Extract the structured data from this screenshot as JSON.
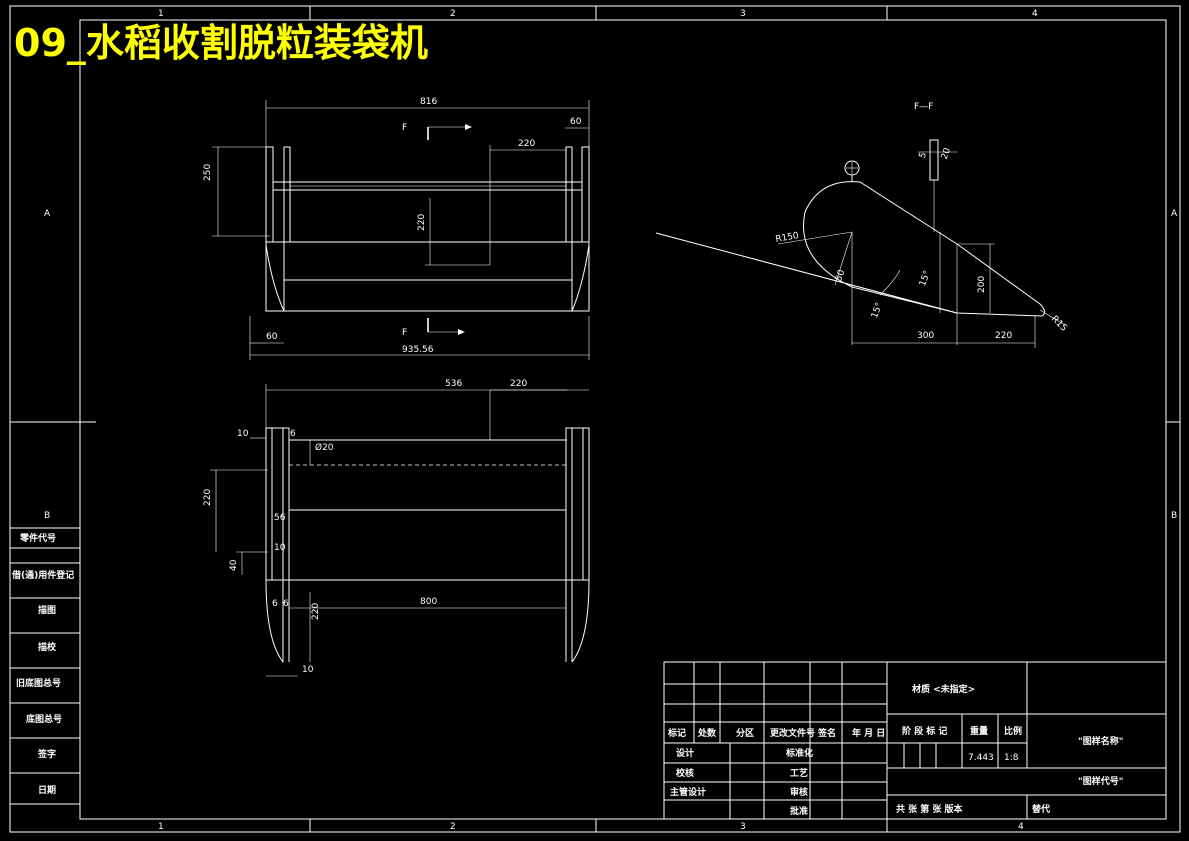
{
  "banner": "09_水稻收割脱粒装袋机",
  "grid": {
    "cols": [
      "1",
      "2",
      "3",
      "4"
    ],
    "rows": [
      "A",
      "B"
    ]
  },
  "side_labels": [
    "零件代号",
    "借(通)用件登记",
    "描图",
    "描校",
    "旧底图总号",
    "底图总号",
    "签字",
    "日期"
  ],
  "top_view": {
    "dims": [
      "816",
      "60",
      "220",
      "250",
      "220",
      "60",
      "935.56"
    ],
    "section_mark": "F"
  },
  "front_view": {
    "dims": [
      "536",
      "220",
      "10",
      "6",
      "Ø20",
      "220",
      "56",
      "10",
      "40",
      "6",
      "6",
      "220",
      "800",
      "10"
    ]
  },
  "section_view": {
    "title": "F—F",
    "dims": [
      "R150",
      "50",
      "15°",
      "15°",
      "200",
      "300",
      "220",
      "R15",
      "5",
      "20"
    ]
  },
  "title_block": {
    "material": "材质 <未指定>",
    "revision_headers": [
      "标记",
      "处数",
      "分区",
      "更改文件号",
      "签名",
      "年 月 日"
    ],
    "stage_headers": [
      "阶 段 标 记",
      "重量",
      "比例"
    ],
    "weight": "7.443",
    "scale": "1:8",
    "roles_left": [
      "设计",
      "校核",
      "主管设计"
    ],
    "roles_mid": [
      "标准化",
      "工艺",
      "审核",
      "批准"
    ],
    "drawing_name": "\"图样名称\"",
    "drawing_code": "\"图样代号\"",
    "sheet_info": "共  张  第  张  版本",
    "replace": "替代"
  }
}
